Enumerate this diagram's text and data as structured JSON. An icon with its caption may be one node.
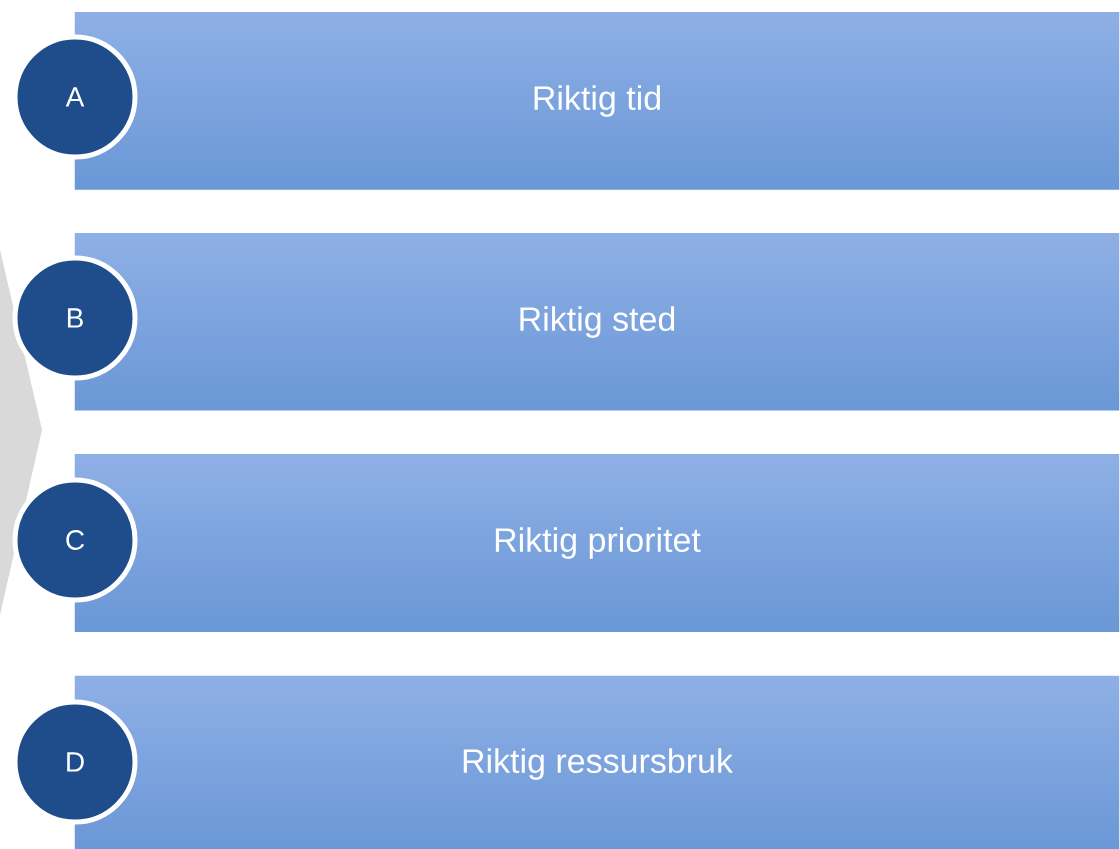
{
  "diagram": {
    "nodes": [
      {
        "text": [
          "A"
        ]
      },
      {
        "text": [
          "Riktig tid"
        ]
      },
      {
        "text": [
          "B"
        ]
      },
      {
        "text": [
          "Riktig sted"
        ]
      },
      {
        "text": [
          "C"
        ]
      },
      {
        "text": [
          "Riktig prioritet"
        ]
      },
      {
        "text": [
          "D"
        ]
      },
      {
        "text": [
          "Riktig ressursbruk"
        ]
      },
      {
        "text": [],
        "shape": "chevron"
      }
    ]
  }
}
